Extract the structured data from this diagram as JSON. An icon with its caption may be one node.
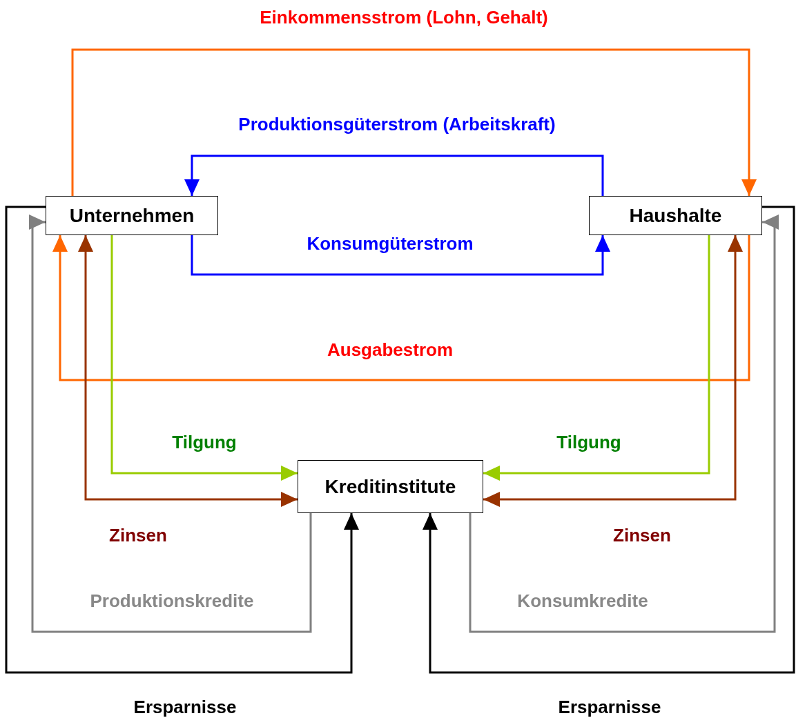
{
  "diagram": {
    "nodes": [
      {
        "text": [
          "Unternehmen"
        ]
      },
      {
        "text": [
          "Haushalte"
        ]
      },
      {
        "text": [
          "Kreditinstitute"
        ]
      }
    ],
    "edges": [
      {
        "from": 0,
        "to": 1,
        "arrow": "to",
        "color": "#ff6600"
      },
      {
        "from": 1,
        "to": 0,
        "arrow": "to",
        "color": "#0000ff"
      },
      {
        "from": 0,
        "to": 1,
        "arrow": "to",
        "color": "#0000ff"
      },
      {
        "from": 1,
        "to": 0,
        "arrow": "to",
        "color": "#ff6600"
      },
      {
        "from": 0,
        "to": 2,
        "arrow": "to",
        "color": "#99cc00"
      },
      {
        "from": 0,
        "to": 2,
        "arrow": "both",
        "color": "#993300"
      },
      {
        "from": 1,
        "to": 2,
        "arrow": "to",
        "color": "#99cc00"
      },
      {
        "from": 1,
        "to": 2,
        "arrow": "both",
        "color": "#993300"
      },
      {
        "from": 2,
        "to": 0,
        "arrow": "to",
        "color": "#808080"
      },
      {
        "from": 2,
        "to": 1,
        "arrow": "to",
        "color": "#808080"
      },
      {
        "from": 0,
        "to": 2,
        "arrow": "to",
        "color": "#000000"
      },
      {
        "from": 1,
        "to": 2,
        "arrow": "to",
        "color": "#000000"
      }
    ],
    "labels": [
      "Einkommensstrom (Lohn, Gehalt)",
      "Produktionsgüterstrom (Arbeitskraft)",
      "Konsumgüterstrom",
      "Ausgabestrom",
      "Tilgung",
      "Tilgung",
      "Zinsen",
      "Zinsen",
      "Produktionskredite",
      "Konsumkredite",
      "Ersparnisse",
      "Ersparnisse"
    ]
  }
}
